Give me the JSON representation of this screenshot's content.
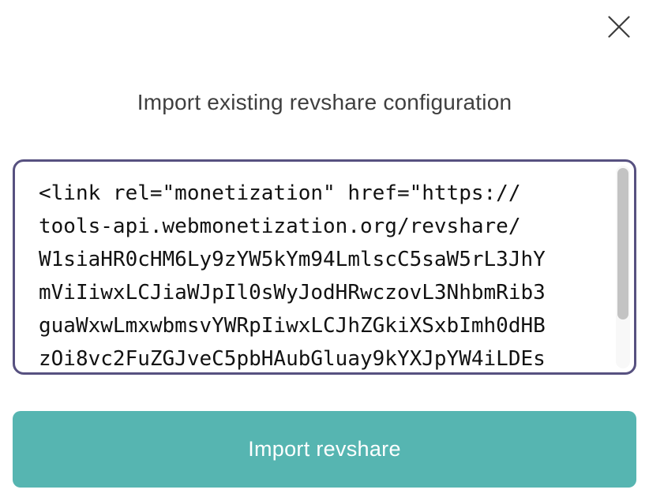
{
  "modal": {
    "title": "Import existing revshare configuration",
    "close_icon": "✕",
    "config_input": {
      "value": "<link rel=\"monetization\" href=\"https://\ntools-api.webmonetization.org/revshare/\nW1siaHR0cHM6Ly9zYW5kYm94LmlscC5saW5rL3JhY\nmViIiwxLCJiaWJpIl0sWyJodHRwczovL3NhbmRib3\nguaWxwLmxwbmsvYWRpIiwxLCJhZGkiXSxbImh0dHB\nzOi8vc2FuZGJveC5pbHAubGluay9kYXJpYW4iLDEs"
    },
    "import_button": {
      "label": "Import revshare"
    },
    "colors": {
      "accent": "#56b5b1",
      "input_border": "#575180",
      "title_text": "#3f3f3f",
      "scrollbar_thumb": "#c3c3c3",
      "button_text": "#ffffff"
    }
  }
}
